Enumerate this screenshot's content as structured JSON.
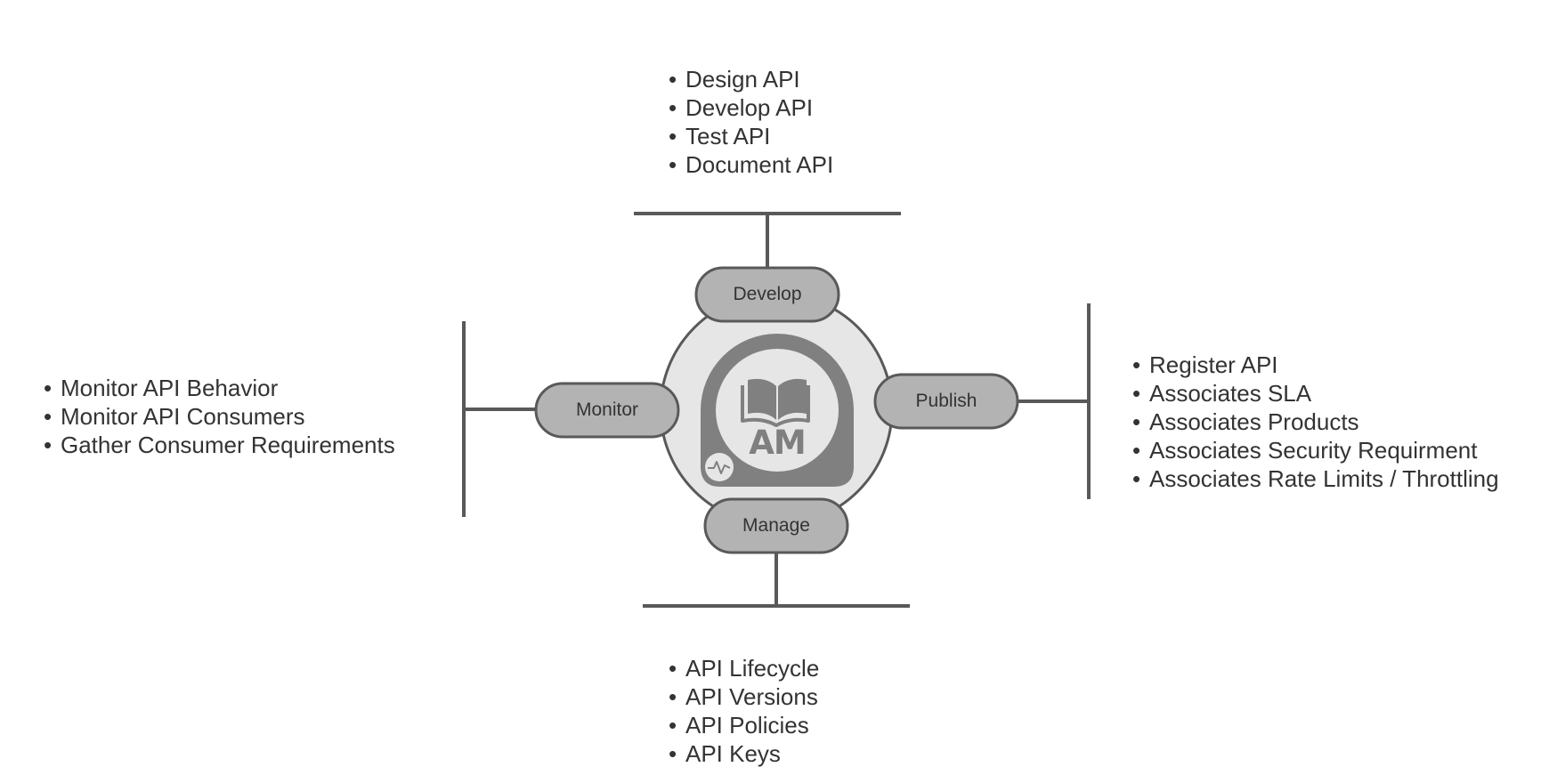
{
  "center": {
    "logo_text": "AM",
    "logo_icon": "open-book-icon",
    "badge_icon": "heartbeat-icon"
  },
  "stages": {
    "develop": {
      "label": "Develop",
      "items": [
        "Design API",
        "Develop API",
        "Test API",
        "Document API"
      ]
    },
    "publish": {
      "label": "Publish",
      "items": [
        "Register API",
        "Associates SLA",
        "Associates Products",
        "Associates Security Requirment",
        "Associates Rate Limits / Throttling"
      ]
    },
    "manage": {
      "label": "Manage",
      "items": [
        "API Lifecycle",
        "API Versions",
        "API Policies",
        "API Keys"
      ]
    },
    "monitor": {
      "label": "Monitor",
      "items": [
        "Monitor API Behavior",
        "Monitor API Consumers",
        "Gather Consumer Requirements"
      ]
    }
  },
  "colors": {
    "line": "#595959",
    "pill_fill": "#b3b3b3",
    "outer_circle_fill": "#e6e6e6",
    "logo_dark": "#808080",
    "logo_light": "#e6e6e6",
    "text": "#333333"
  }
}
